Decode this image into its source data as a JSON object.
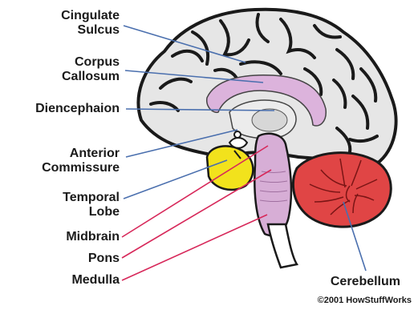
{
  "labels": {
    "cingulate_sulcus": [
      "Cingulate",
      "Sulcus"
    ],
    "corpus_callosum": [
      "Corpus",
      "Callosum"
    ],
    "diencephalon": "Diencephaion",
    "anterior_commissure": [
      "Anterior",
      "Commissure"
    ],
    "temporal_lobe": [
      "Temporal",
      "Lobe"
    ],
    "midbrain": "Midbrain",
    "pons": "Pons",
    "medulla": "Medulla",
    "cerebellum": "Cerebellum"
  },
  "credit": "©2001 HowStuffWorks",
  "colors": {
    "blue_leader": "#4a6fae",
    "red_leader": "#d7285a",
    "cerebrum_fill": "#e6e6e6",
    "outline": "#1a1a1a",
    "corpus_callosum": "#dcb3dc",
    "temporal_lobe": "#f2e21c",
    "brainstem": "#d7aed6",
    "cerebellum": "#e04545",
    "spinal_cord": "#ffffff"
  }
}
